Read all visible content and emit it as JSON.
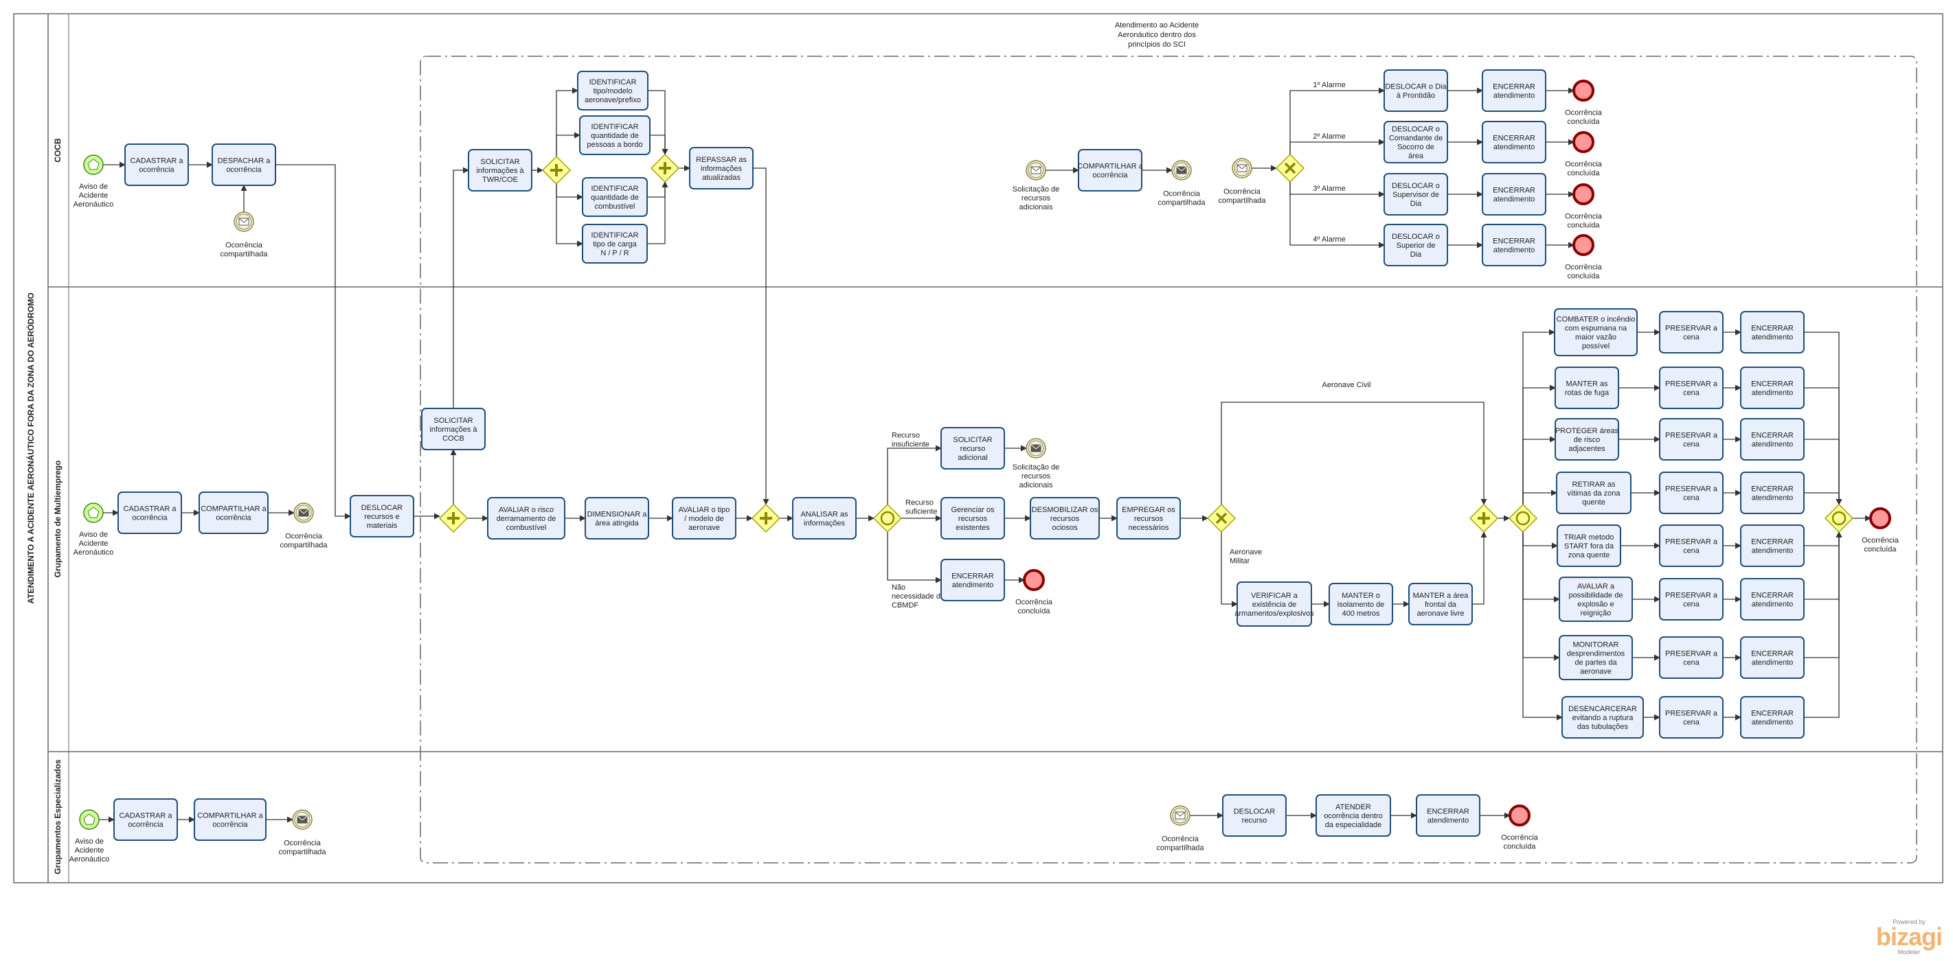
{
  "pool": {
    "title": "ATENDIMENTO A ACIDENTE AERONÁUTICO FORA DA ZONA DO AERÓDROMO"
  },
  "lanes": [
    "COCB",
    "Grupamento de Multiemprego",
    "Grupamentos Especializados"
  ],
  "group": {
    "label": "Atendimento ao Acidente Aeronáutico dentro dos princípios do SCI"
  },
  "tasks": {
    "cocb_cadastrar": "CADASTRAR a ocorrência",
    "cocb_despachar": "DESPACHAR a ocorrência",
    "cocb_solicitar_tvr": "SOLICITAR informações à TWR/COE",
    "cocb_ident_tipo": "IDENTIFICAR tipo/modelo aeronave/prefixo",
    "cocb_ident_pessoas": "IDENTIFICAR quantidade de pessoas a bordo",
    "cocb_ident_combustivel": "IDENTIFICAR quantidade de combustível",
    "cocb_ident_carga": "IDENTIFICAR tipo de carga N / P / R",
    "cocb_repassar": "REPASSAR as informações atualizadas",
    "cocb_compartilhar": "COMPARTILHAR a ocorrência",
    "alarm1_deslocar": "DESLOCAR o Dia à Prontidão",
    "alarm2_deslocar": "DESLOCAR o Comandante de Socorro de área",
    "alarm3_deslocar": "DESLOCAR o Supervisor de Dia",
    "alarm4_deslocar": "DESLOCAR o Superior de Dia",
    "encerrar": "ENCERRAR atendimento",
    "gm_cadastrar": "CADASTRAR a ocorrência",
    "gm_compartilhar": "COMPARTILHAR a ocorrência",
    "gm_deslocar": "DESLOCAR recursos e materiais",
    "gm_solicitar_cocb": "SOLICITAR informações à COCB",
    "gm_avaliar_risco": "AVALIAR o risco derramamento de combustível",
    "gm_dimensionar": "DIMENSIONAR a área atingida",
    "gm_avaliar_tipo": "AVALIAR o tipo / modelo de aeronave",
    "gm_analisar": "ANALISAR as informações",
    "gm_solicitar_recurso": "SOLICITAR recurso adicional",
    "gm_gerenciar": "Gerenciar os recursos existentes",
    "gm_desmobilizar": "DESMOBILIZAR os recursos ociosos",
    "gm_empregar": "EMPREGAR os recursos necessários",
    "gm_verificar": "VERIFICAR a existência de armamentos/explosivos",
    "gm_manter_isolamento": "MANTER o isolamento de 400 metros",
    "gm_manter_area": "MANTER a área frontal da aeronave livre",
    "gm_combater": "COMBATER o incêndio com espumana na maior vazão possível",
    "gm_manter_rotas": "MANTER as rotas de fuga",
    "gm_proteger": "PROTEGER áreas de risco adjacentes",
    "gm_retirar": "RETIRAR as vítimas da zona quente",
    "gm_triar": "TRIAR metodo START fora da zona quente",
    "gm_avaliar_explosao": "AVALIAR a possibilidade de explosão e reignição",
    "gm_monitorar": "MONITORAR desprendimentos de partes da aeronave",
    "gm_desencarcerar": "DESENCARCERAR evitando a ruptura das tubulações",
    "preservar": "PRESERVAR a cena",
    "ge_cadastrar": "CADASTRAR a ocorrência",
    "ge_compartilhar": "COMPARTILHAR a ocorrência",
    "ge_deslocar": "DESLOCAR recurso",
    "ge_atender": "ATENDER ocorrência dentro da especialidade"
  },
  "events": {
    "aviso": "Aviso de Acidente Aeronáutico",
    "ocorrencia_compartilhada": "Ocorrência compartilhada",
    "ocorrencia_concluida": "Ocorrência concluída",
    "solicitacao_recursos": "Solicitação de recursos adicionais"
  },
  "flow_labels": {
    "alarm1": "1º Alarme",
    "alarm2": "2º Alarme",
    "alarm3": "3º Alarme",
    "alarm4": "4º Alarme",
    "recurso_insuficiente": "Recurso insuficiente",
    "recurso_suficiente": "Recurso suficiente",
    "nao_necessidade": "Não necessidade do CBMDF",
    "aeronave_civil": "Aeronave Civil",
    "aeronave_militar": "Aeronave Militar"
  },
  "branding": {
    "top": "Powered by",
    "name": "bizagi",
    "bottom": "Modeler"
  },
  "colors": {
    "task_fill": "#eaf0fb",
    "task_stroke": "#1f4e79",
    "gateway_fill": "#ffff99",
    "gateway_stroke": "#a3a300",
    "start_fill": "#ccff99",
    "start_stroke": "#4a7f1f",
    "end_fill": "#ff9999",
    "end_stroke": "#8b0000",
    "line": "#333333"
  }
}
